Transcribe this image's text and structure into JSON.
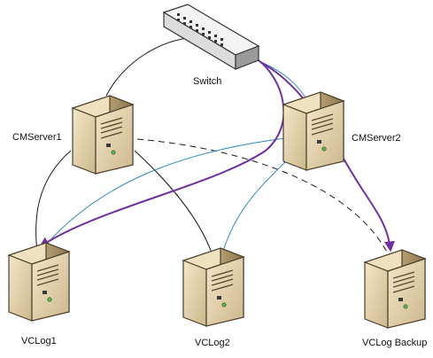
{
  "diagram": {
    "nodes": {
      "switch": "Switch",
      "cmserver1": "CMServer1",
      "cmserver2": "CMServer2",
      "vclog1": "VCLog1",
      "vclog2": "VCLog2",
      "vclog_backup": "VCLog Backup"
    },
    "colors": {
      "cable": "#1a1a1a",
      "link": "#2e8bc0",
      "flow": "#7030a0",
      "dashed": "#1a1a1a",
      "server_body": "#e6d3ad",
      "switch_body": "#eeeeee"
    }
  }
}
